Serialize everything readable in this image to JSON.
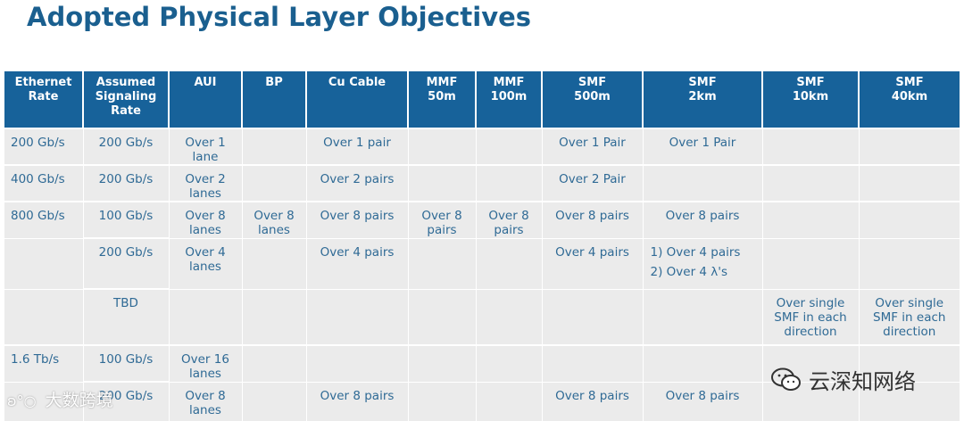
{
  "title": "Adopted Physical Layer Objectives",
  "headers": [
    "Ethernet\nRate",
    "Assumed\nSignaling\nRate",
    "AUI",
    "BP",
    "Cu  Cable",
    "MMF\n50m",
    "MMF\n100m",
    "SMF\n500m",
    "SMF\n2km",
    "SMF\n10km",
    "SMF\n40km"
  ],
  "rows": [
    [
      "200 Gb/s",
      "200 Gb/s",
      "Over 1\nlane",
      "",
      "Over 1 pair",
      "",
      "",
      "Over 1 Pair",
      "Over 1 Pair",
      "",
      ""
    ],
    [
      "400 Gb/s",
      "200 Gb/s",
      "Over 2\nlanes",
      "",
      "Over 2 pairs",
      "",
      "",
      "Over 2 Pair",
      "",
      "",
      ""
    ],
    [
      "800 Gb/s",
      "100 Gb/s",
      "Over 8\nlanes",
      "Over 8\nlanes",
      "Over 8 pairs",
      "Over 8\npairs",
      "Over 8\npairs",
      "Over 8 pairs",
      "Over 8 pairs",
      "",
      ""
    ],
    [
      "",
      "200 Gb/s",
      "Over 4\nlanes",
      "",
      "Over 4 pairs",
      "",
      "",
      "Over 4 pairs",
      "1) Over 4 pairs\n2) Over 4 λ's",
      "",
      ""
    ],
    [
      "",
      "TBD",
      "",
      "",
      "",
      "",
      "",
      "",
      "",
      "Over single\nSMF in each\ndirection",
      "Over single\nSMF in each\ndirection"
    ],
    [
      "1.6 Tb/s",
      "100 Gb/s",
      "Over 16\nlanes",
      "",
      "",
      "",
      "",
      "",
      "",
      "",
      ""
    ],
    [
      "",
      "200 Gb/s",
      "Over 8\nlanes",
      "",
      "Over 8 pairs",
      "",
      "",
      "Over 8 pairs",
      "Over 8 pairs",
      "",
      ""
    ]
  ],
  "watermark_left": "大数跨境",
  "watermark_right": "云深知网络",
  "colors": {
    "header_bg": "#17629a",
    "cell_bg": "#ebebeb",
    "text": "#2f6a95",
    "title": "#1a5f8f"
  }
}
